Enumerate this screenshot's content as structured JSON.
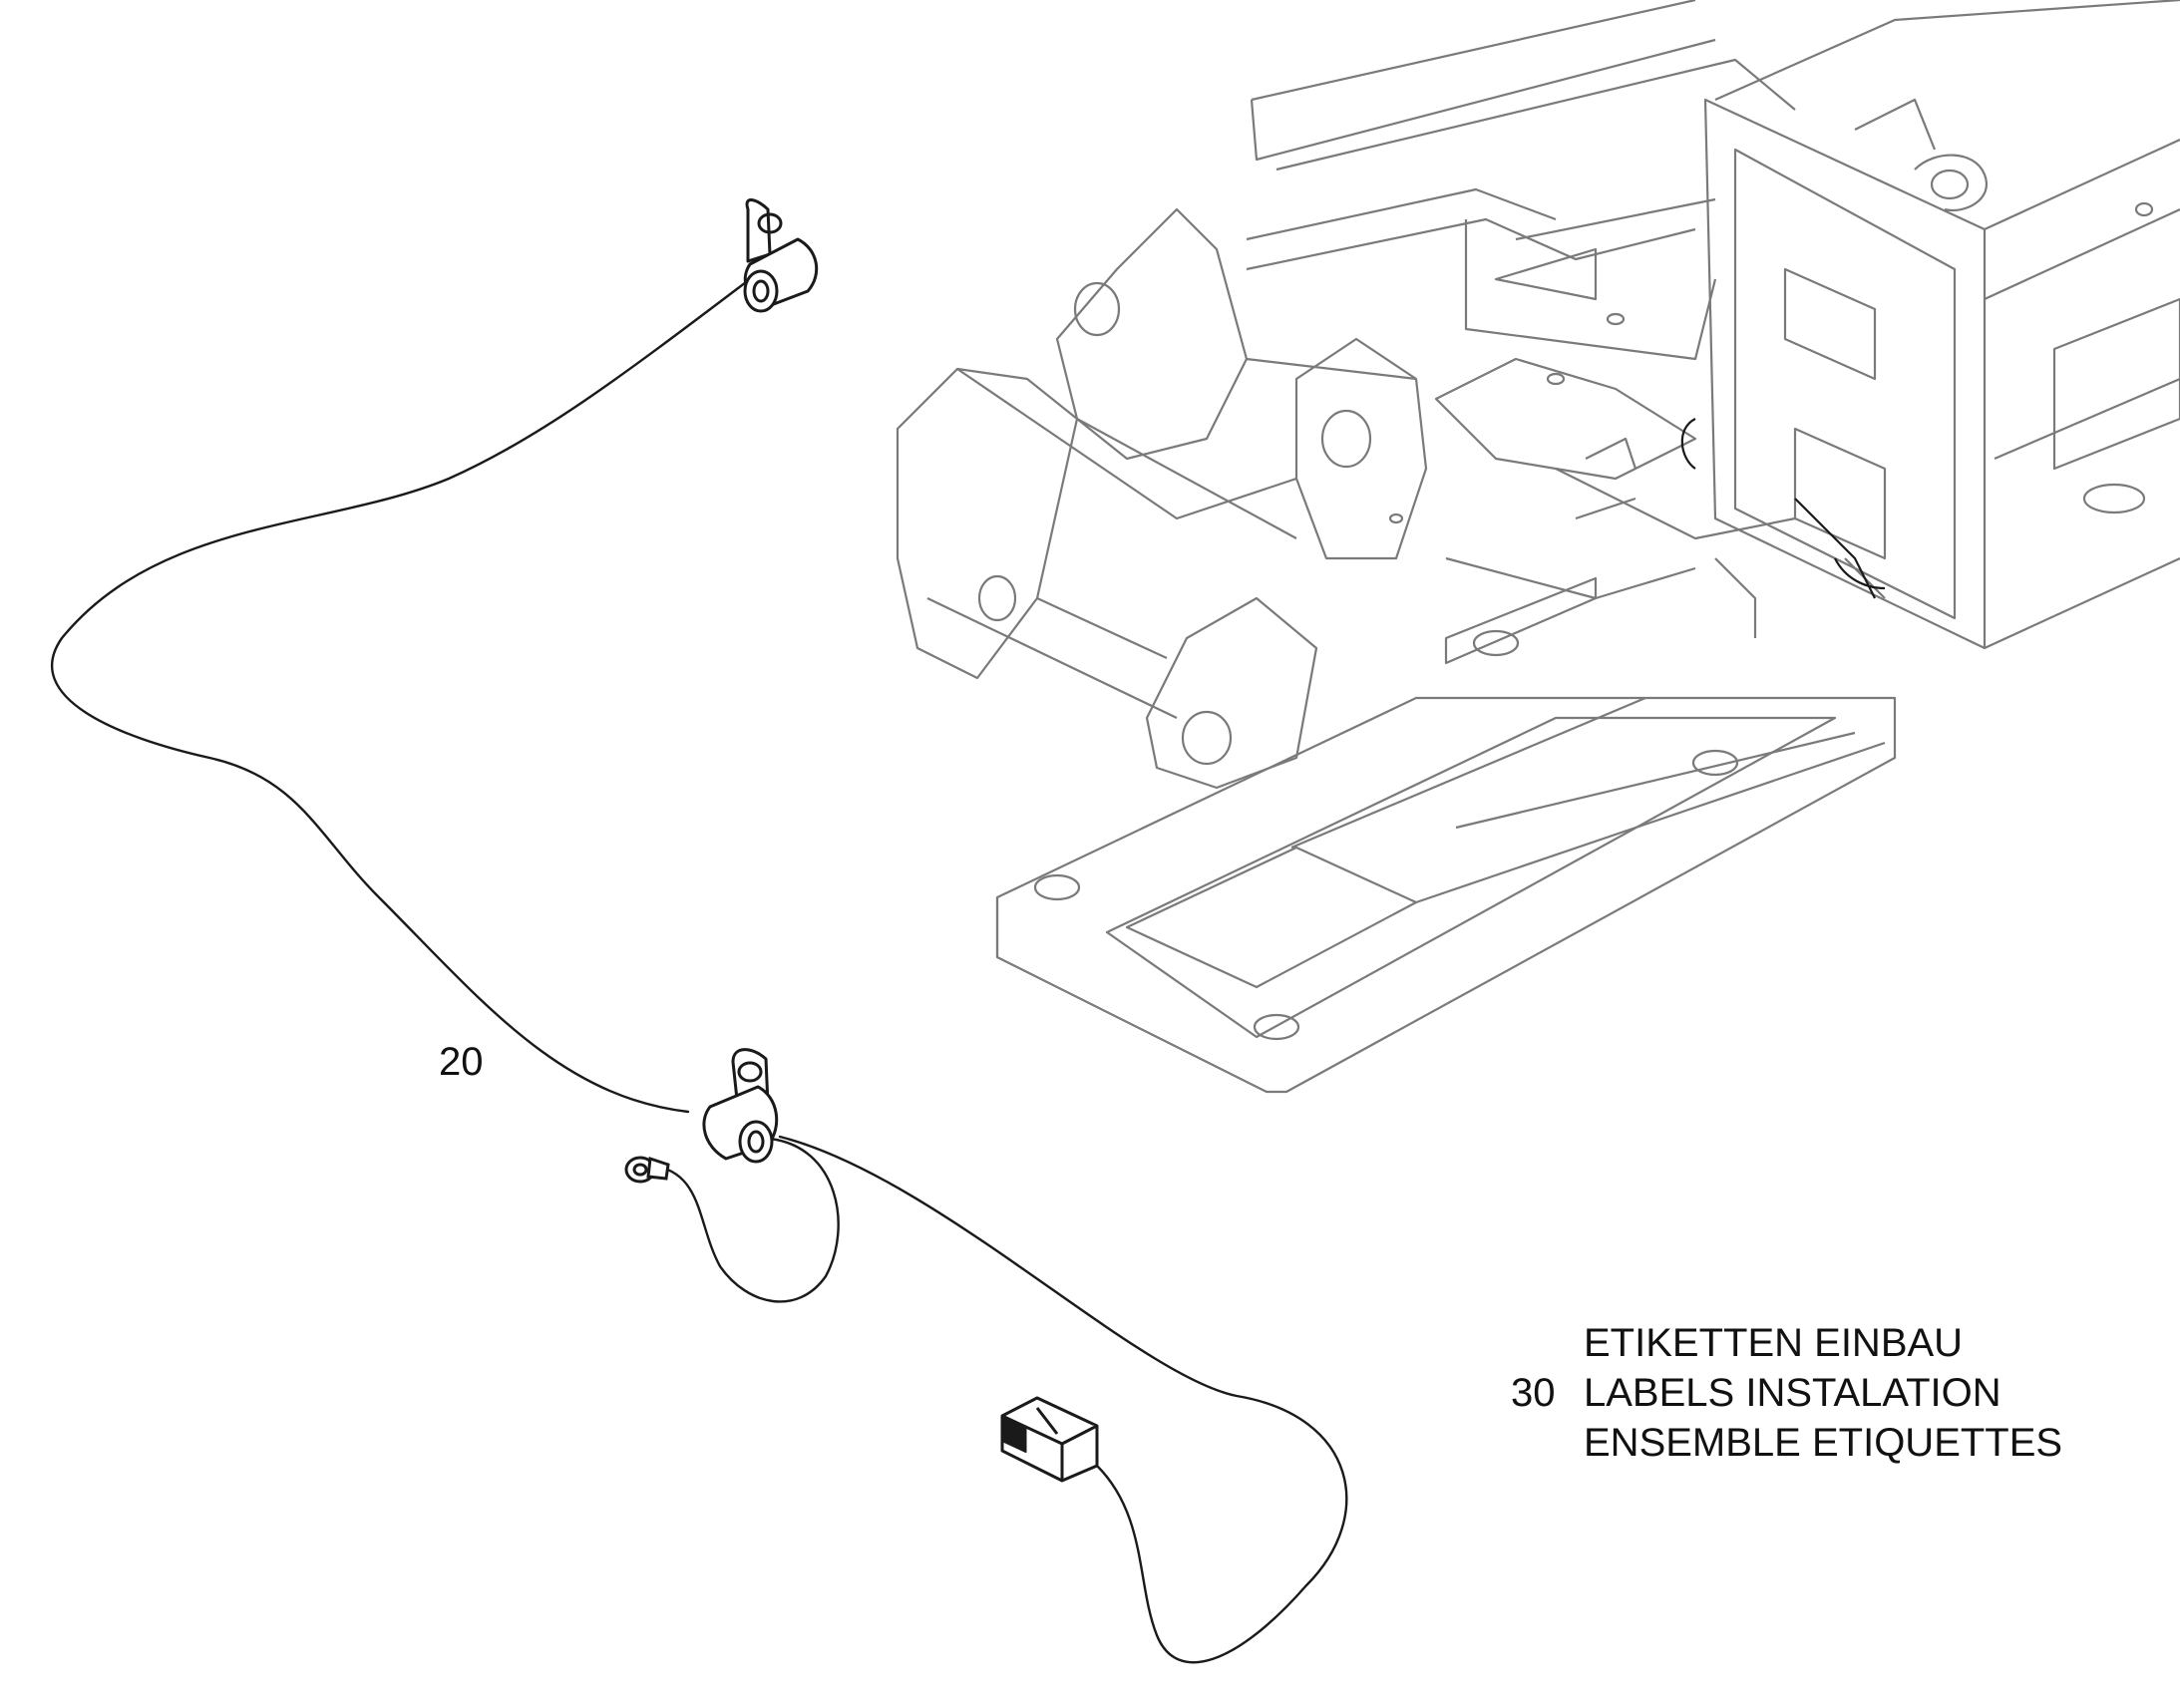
{
  "callouts": {
    "item_20": {
      "number": "20"
    },
    "item_30": {
      "number": "30",
      "lines": [
        "ETIKETTEN EINBAU",
        "LABELS INSTALATION",
        "ENSEMBLE ETIQUETTES"
      ]
    }
  },
  "colors": {
    "line": "#1a1a1a",
    "frame_line": "#7a7a7a",
    "background": "#ffffff"
  }
}
